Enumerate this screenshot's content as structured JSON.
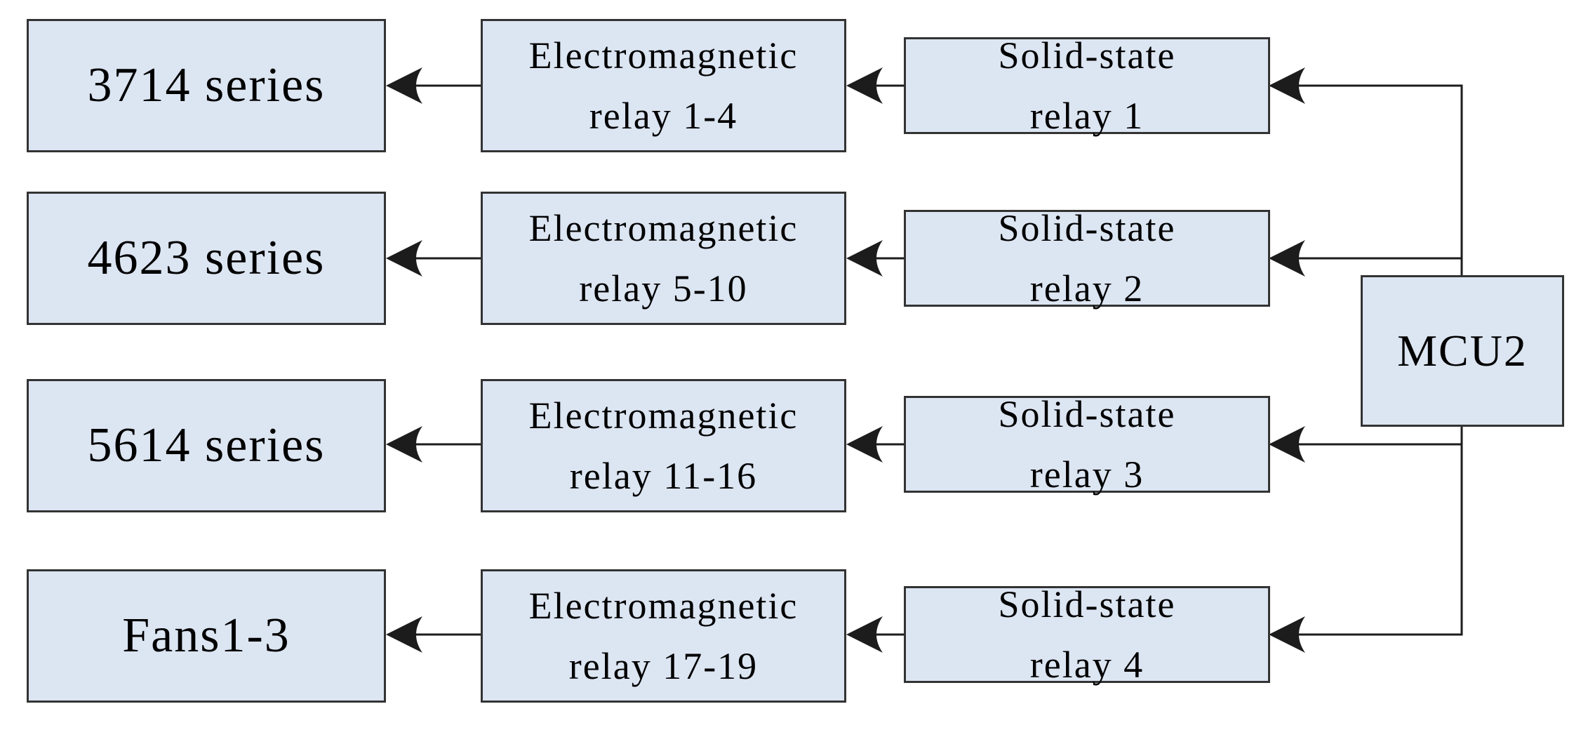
{
  "diagram": {
    "type": "block-diagram",
    "controller": {
      "label": "MCU2"
    },
    "rows": [
      {
        "output": "3714 series",
        "em_relay": "Electromagnetic\nrelay 1-4",
        "ssr": "Solid-state\nrelay 1"
      },
      {
        "output": "4623 series",
        "em_relay": "Electromagnetic\nrelay 5-10",
        "ssr": "Solid-state\nrelay 2"
      },
      {
        "output": "5614 series",
        "em_relay": "Electromagnetic\nrelay 11-16",
        "ssr": "Solid-state\nrelay 3"
      },
      {
        "output": "Fans1-3",
        "em_relay": "Electromagnetic\nrelay 17-19",
        "ssr": "Solid-state\nrelay 4"
      }
    ],
    "flow_direction": "MCU2 -> solid-state relays -> electromagnetic relays -> outputs (arrows point left)",
    "colors": {
      "node_fill": "#dce5f2",
      "node_border": "#333333",
      "connector": "#1c1c1c",
      "text": "#000000",
      "background": "#ffffff"
    }
  }
}
